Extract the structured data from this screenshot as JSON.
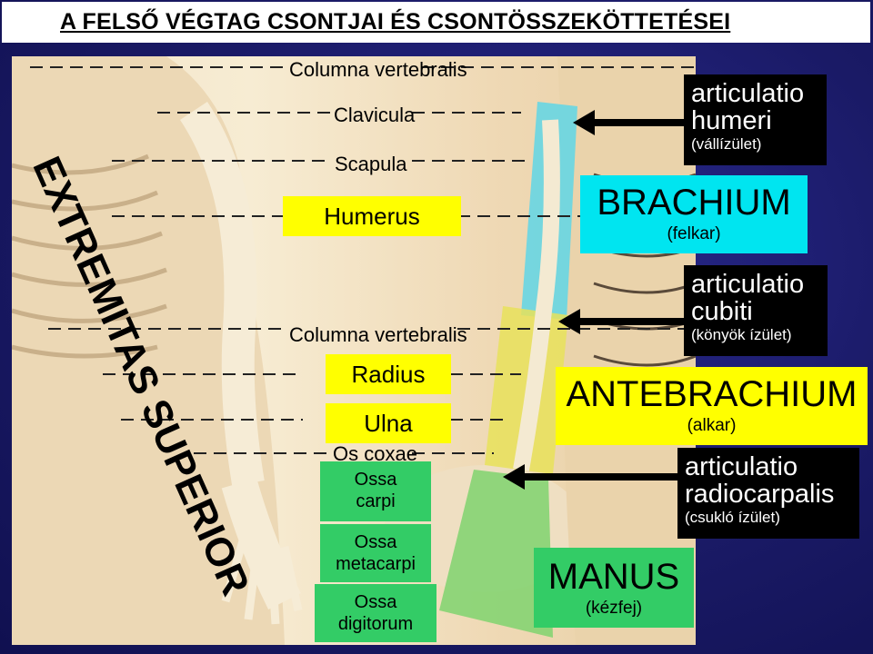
{
  "title": "A FELSŐ VÉGTAG CSONTJAI ÉS CSONTÖSSZEKÖTTETÉSEI",
  "vertical_title": "EXTREMITAS SUPERIOR",
  "figure_labels": {
    "columna_top": "Columna vertebralis",
    "clavicula": "Clavicula",
    "scapula": "Scapula",
    "columna_mid": "Columna vertebralis",
    "os_coxae": "Os coxae"
  },
  "bones": {
    "humerus": "Humerus",
    "radius": "Radius",
    "ulna": "Ulna",
    "ossa_carpi_1": "Ossa",
    "ossa_carpi_2": "carpi",
    "ossa_metacarpi_1": "Ossa",
    "ossa_metacarpi_2": "metacarpi",
    "ossa_digitorum_1": "Ossa",
    "ossa_digitorum_2": "digitorum"
  },
  "regions": {
    "brachium": "BRACHIUM",
    "brachium_sub": "(felkar)",
    "antebrachium": "ANTEBRACHIUM",
    "antebrachium_sub": "(alkar)",
    "manus": "MANUS",
    "manus_sub": "(kézfej)"
  },
  "joints": {
    "humeri_1": "articulatio",
    "humeri_2": "humeri",
    "humeri_sub": "(vállízület)",
    "cubiti_1": "articulatio",
    "cubiti_2": "cubiti",
    "cubiti_sub": "(könyök ízület)",
    "radiocarpalis_1": "articulatio",
    "radiocarpalis_2": "radiocarpalis",
    "radiocarpalis_sub": "(csukló ízület)"
  },
  "colors": {
    "background": "#1a1a66",
    "label_yellow": "#ffff00",
    "label_green": "#33cc66",
    "label_cyan": "#00e5f0",
    "joint_box": "#000000"
  }
}
